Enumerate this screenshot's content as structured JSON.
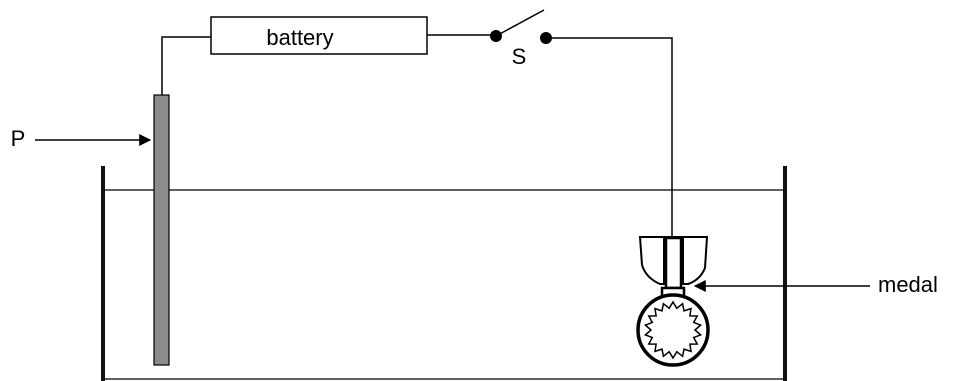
{
  "labels": {
    "battery": "battery",
    "switch": "S",
    "electrode": "P",
    "medal": "medal"
  },
  "colors": {
    "line": "#000000",
    "electrode_fill": "#8c8c8c",
    "container": "#111111"
  }
}
